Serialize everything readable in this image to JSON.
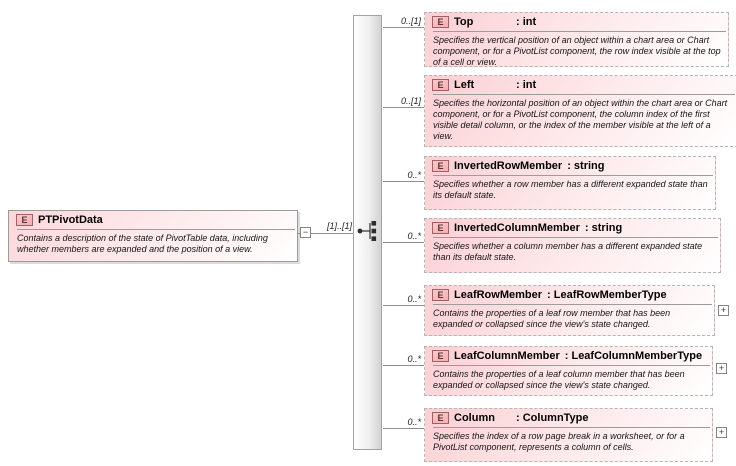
{
  "diagram": {
    "element_badge": "E",
    "expand_glyph": "+",
    "collapse_glyph": "−",
    "root": {
      "name": "PTPivotData",
      "description": "Contains a description of the state of PivotTable data, including whether members are expanded and the position of a view.",
      "cardinality": "[1]..[1]"
    },
    "children": [
      {
        "name": "Top",
        "type_label": ": int",
        "cardinality": "0..[1]",
        "description": "Specifies the vertical position of an object within a chart area or Chart component, or for a PivotList component, the row index visible at the top of a cell or view."
      },
      {
        "name": "Left",
        "type_label": ": int",
        "cardinality": "0..[1]",
        "description": "Specifies the horizontal position of an object within the chart area or Chart component, or for a PivotList component, the column index of the first visible detail column, or the index of the member visible at the left of a view."
      },
      {
        "name": "InvertedRowMember",
        "type_label": ": string",
        "cardinality": "0..*",
        "description": "Specifies whether a row member has a different expanded state than its default state."
      },
      {
        "name": "InvertedColumnMember",
        "type_label": ": string",
        "cardinality": "0..*",
        "description": "Specifies whether a column member has a different expanded state than its default state."
      },
      {
        "name": "LeafRowMember",
        "type_label": ": LeafRowMemberType",
        "cardinality": "0..*",
        "description": "Contains the properties of a leaf row member that has been expanded or collapsed since the view's state changed."
      },
      {
        "name": "LeafColumnMember",
        "type_label": ": LeafColumnMemberType",
        "cardinality": "0..*",
        "description": "Contains the properties of a leaf column member that has been expanded or collapsed since the view's state changed."
      },
      {
        "name": "Column",
        "type_label": ": ColumnType",
        "cardinality": "0..*",
        "description": "Specifies the index of a row page break in a worksheet, or for a PivotList component, represents a column of cells."
      }
    ]
  }
}
